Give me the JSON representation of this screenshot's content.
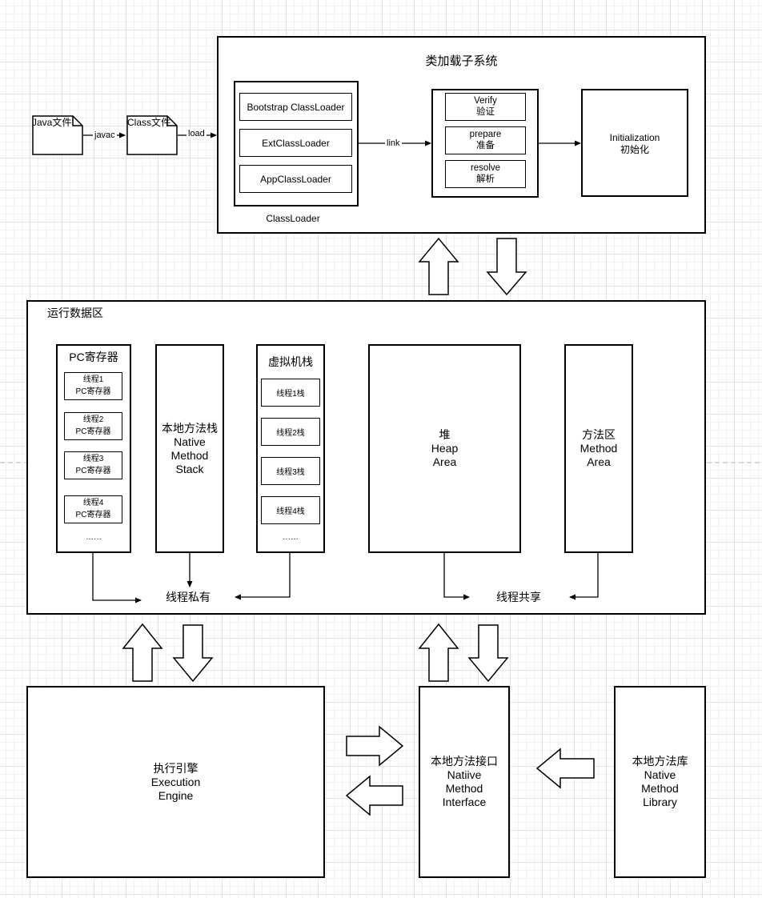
{
  "diagram": {
    "files": {
      "java": "Java文件",
      "class": "Class文件",
      "javac": "javac",
      "load": "load"
    },
    "classloading": {
      "title": "类加载子系统",
      "classloader": {
        "caption": "ClassLoader",
        "items": [
          "Bootstrap ClassLoader",
          "ExtClassLoader",
          "AppClassLoader"
        ]
      },
      "link_label": "link",
      "linking": [
        {
          "en": "Verify",
          "cn": "验证"
        },
        {
          "en": "prepare",
          "cn": "准备"
        },
        {
          "en": "resolve",
          "cn": "解析"
        }
      ],
      "init": {
        "en": "Initialization",
        "cn": "初始化"
      }
    },
    "runtime": {
      "title": "运行数据区",
      "pc": {
        "title": "PC寄存器",
        "threads": [
          {
            "name": "线程1",
            "sub": "PC寄存器"
          },
          {
            "name": "线程2",
            "sub": "PC寄存器"
          },
          {
            "name": "线程3",
            "sub": "PC寄存器"
          },
          {
            "name": "线程4",
            "sub": "PC寄存器"
          }
        ],
        "ellipsis": "……"
      },
      "native_stack": "本地方法栈\nNative\nMethod\nStack",
      "vm_stack": {
        "title": "虚拟机栈",
        "threads": [
          "线程1栈",
          "线程2栈",
          "线程3栈",
          "线程4栈"
        ],
        "ellipsis": "……"
      },
      "heap": "堆\nHeap\nArea",
      "method_area": "方法区\nMethod\nArea",
      "private_label": "线程私有",
      "shared_label": "线程共享"
    },
    "engine": "执行引擎\nExecution\nEngine",
    "native_interface": "本地方法接口\nNatiive\nMethod\nInterface",
    "native_library": "本地方法库\nNative\nMethod\nLibrary"
  }
}
